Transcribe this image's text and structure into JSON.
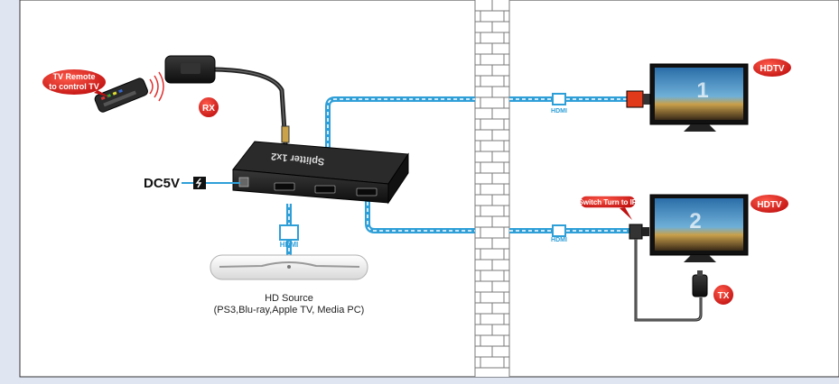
{
  "labels": {
    "tv_remote_line1": "TV Remote",
    "tv_remote_line2": "to control TV",
    "rx": "RX",
    "tx": "TX",
    "dc5v": "DC5V",
    "hdtv_top": "HDTV",
    "hdtv_bottom": "HDTV",
    "switch_ir": "Switch Turn to IR",
    "hdmi_source_cable": "HDMI",
    "hdmi_top_cable": "HDMI",
    "hdmi_bottom_cable": "HDMI",
    "splitter_name": "Splitter 1x2",
    "hd_source_line1": "HD Source",
    "hd_source_line2": "(PS3,Blu-ray,Apple TV, Media PC)",
    "tv1_number": "1",
    "tv2_number": "2"
  },
  "colors": {
    "background": "#ffffff",
    "page_margin": "#dfe6f2",
    "cable_blue": "#2f9fd8",
    "badge_red": "#d81e1e",
    "device_black": "#1a1a1a",
    "brick_line": "#7a7a7a",
    "screen_sky": "#4a8fc0"
  },
  "icons": {
    "remote": "tv-remote-icon",
    "power": "power-plug-icon",
    "ir_wave": "ir-signal-icon"
  }
}
